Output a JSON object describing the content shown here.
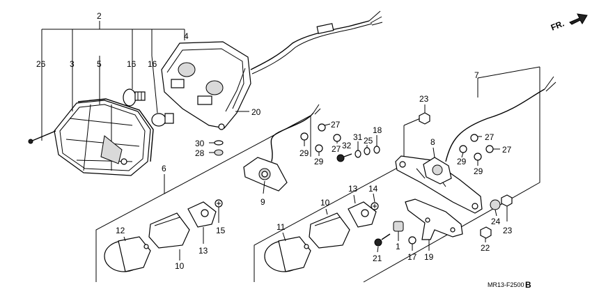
{
  "diagram": {
    "code": "MR13-F2500",
    "code_suffix": "B",
    "direction_label": "FR.",
    "callouts": {
      "c26": "26",
      "c3": "3",
      "c2": "2",
      "c5": "5",
      "c16a": "16",
      "c16b": "16",
      "c4": "4",
      "c20": "20",
      "c30": "30",
      "c28": "28",
      "c6": "6",
      "c29a": "29",
      "c27a": "27",
      "c29b": "29",
      "c27b": "27",
      "c32": "32",
      "c31": "31",
      "c25": "25",
      "c18": "18",
      "c9": "9",
      "c23a": "23",
      "c7": "7",
      "c8": "8",
      "c29c": "29",
      "c27c": "27",
      "c29d": "29",
      "c27d": "27",
      "c12": "12",
      "c10a": "10",
      "c13a": "13",
      "c15": "15",
      "c11": "11",
      "c10b": "10",
      "c13b": "13",
      "c14": "14",
      "c21": "21",
      "c1": "1",
      "c17": "17",
      "c19": "19",
      "c24": "24",
      "c23b": "23",
      "c22": "22"
    }
  }
}
